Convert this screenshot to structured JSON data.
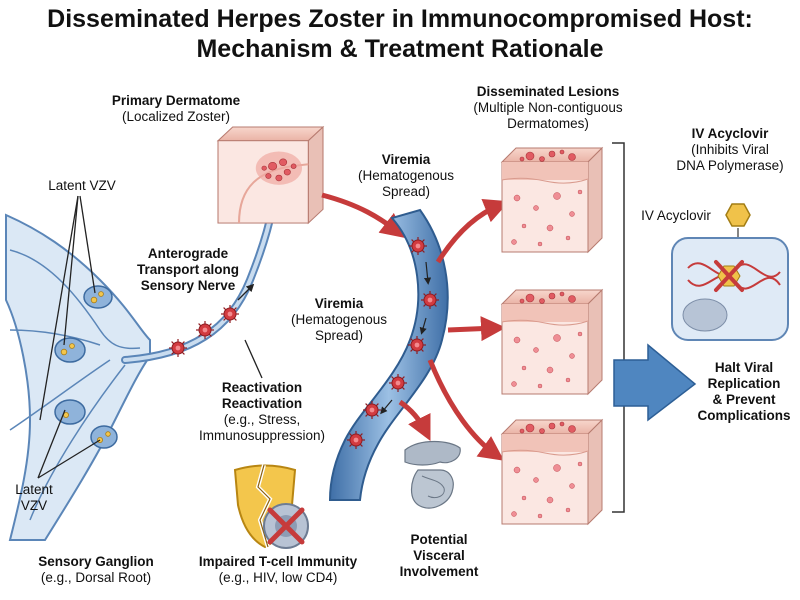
{
  "title": {
    "line1": "Disseminated Herpes Zoster in Immunocompromised Host:",
    "line2": "Mechanism & Treatment Rationale"
  },
  "labels": {
    "primary_dermatome": {
      "title": "Primary Dermatome",
      "sub": "(Localized Zoster)"
    },
    "latent_vzv_top": "Latent VZV",
    "latent_vzv_bottom": {
      "line1": "Latent",
      "line2": "VZV"
    },
    "anterograde": {
      "line1": "Anterograde",
      "line2": "Transport along",
      "line3": "Sensory Nerve"
    },
    "reactivation": {
      "line1": "Reactivation",
      "line2": "Reactivation",
      "line3": "(e.g., Stress,",
      "line4": "Immunosuppression)"
    },
    "viremia_top": {
      "title": "Viremia",
      "sub1": "(Hematogenous",
      "sub2": "Spread)"
    },
    "viremia_mid": {
      "title": "Viremia",
      "sub1": "(Hematogenous",
      "sub2": "Spread)"
    },
    "disseminated": {
      "title": "Disseminated Lesions",
      "sub1": "(Multiple Non-contiguous",
      "sub2": "Dermatomes)"
    },
    "iv_acyclovir_header": {
      "title": "IV Acyclovir",
      "sub1": "(Inhibits Viral",
      "sub2": "DNA Polymerase)"
    },
    "iv_acyclovir_small": "IV Acyclovir",
    "halt": {
      "line1": "Halt Viral",
      "line2": "Replication",
      "line3": "& Prevent",
      "line4": "Complications"
    },
    "sensory_ganglion": {
      "title": "Sensory Ganglion",
      "sub": "(e.g., Dorsal Root)"
    },
    "impaired_tcell": {
      "title": "Impaired T-cell Immunity",
      "sub": "(e.g., HIV, low CD4)"
    },
    "visceral": {
      "line1": "Potential",
      "line2": "Visceral",
      "line3": "Involvement"
    }
  },
  "colors": {
    "nerve_blue": "#5b86b8",
    "nerve_fill": "#c9dcef",
    "virus_red": "#c9343a",
    "arrow_red": "#c63b3b",
    "skin_pink": "#f4cfc6",
    "acyclovir_yellow": "#f0c24a",
    "halt_arrow_blue": "#4f86c0"
  }
}
